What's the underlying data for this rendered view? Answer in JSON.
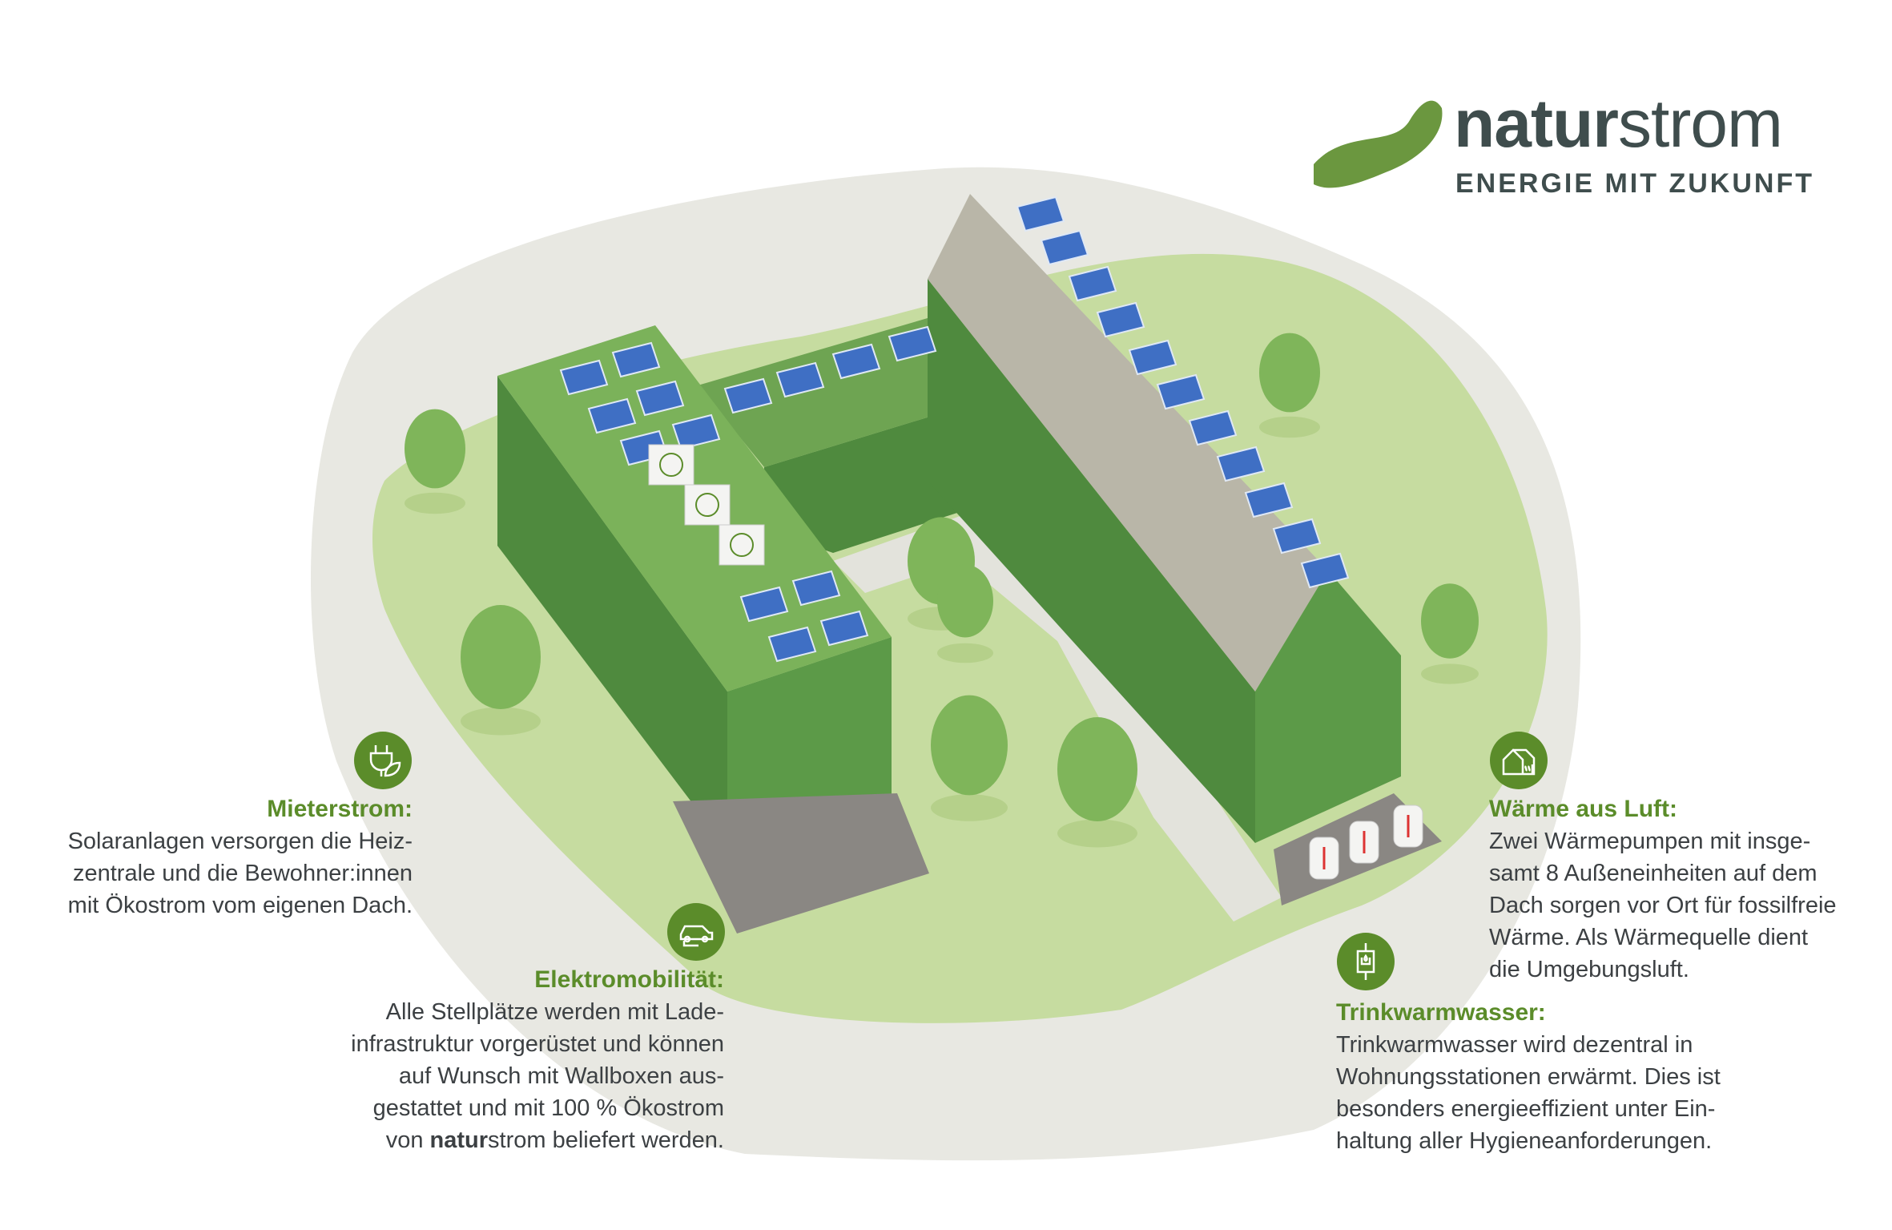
{
  "brand": {
    "name_bold": "natur",
    "name_regular": "strom",
    "tagline": "ENERGIE MIT ZUKUNFT"
  },
  "colors": {
    "accent_green": "#5b8c2a",
    "text": "#3c4043",
    "logo_text": "#3f4d4d",
    "lawn": "#c6dca0",
    "ground": "#e8e8e2",
    "building": "#5c9a48",
    "roof_gray": "#b9b6a8",
    "solar": "#3f6fc4"
  },
  "features": {
    "mieterstrom": {
      "icon": "plug-leaf-icon",
      "title": "Mieterstrom:",
      "lines": [
        "Solaranlagen versorgen die Heiz-",
        "zentrale und die Bewohner:innen",
        "mit Ökostrom vom eigenen Dach."
      ]
    },
    "elektromobilitaet": {
      "icon": "electric-car-icon",
      "title": "Elektromobilität:",
      "lines": [
        "Alle Stellplätze werden mit Lade-",
        "infrastruktur vorgerüstet und können",
        "auf Wunsch mit Wallboxen aus-",
        "gestattet und mit 100 % Ökostrom"
      ],
      "last_line": {
        "prefix": "von ",
        "brand_bold": "natur",
        "suffix": "strom beliefert werden."
      }
    },
    "waerme": {
      "icon": "house-heat-pump-icon",
      "title": "Wärme aus Luft:",
      "lines": [
        "Zwei Wärmepumpen mit insge-",
        "samt 8 Außeneinheiten auf dem",
        "Dach sorgen vor Ort für fossilfreie",
        "Wärme. Als Wärmequelle dient",
        "die Umgebungsluft."
      ]
    },
    "trinkwarmwasser": {
      "icon": "water-station-icon",
      "title": "Trinkwarmwasser:",
      "lines": [
        "Trinkwarmwasser wird dezentral in",
        "Wohnungsstationen erwärmt. Dies ist",
        "besonders energieeffizient unter Ein-",
        "haltung aller Hygieneanforderungen."
      ]
    }
  }
}
